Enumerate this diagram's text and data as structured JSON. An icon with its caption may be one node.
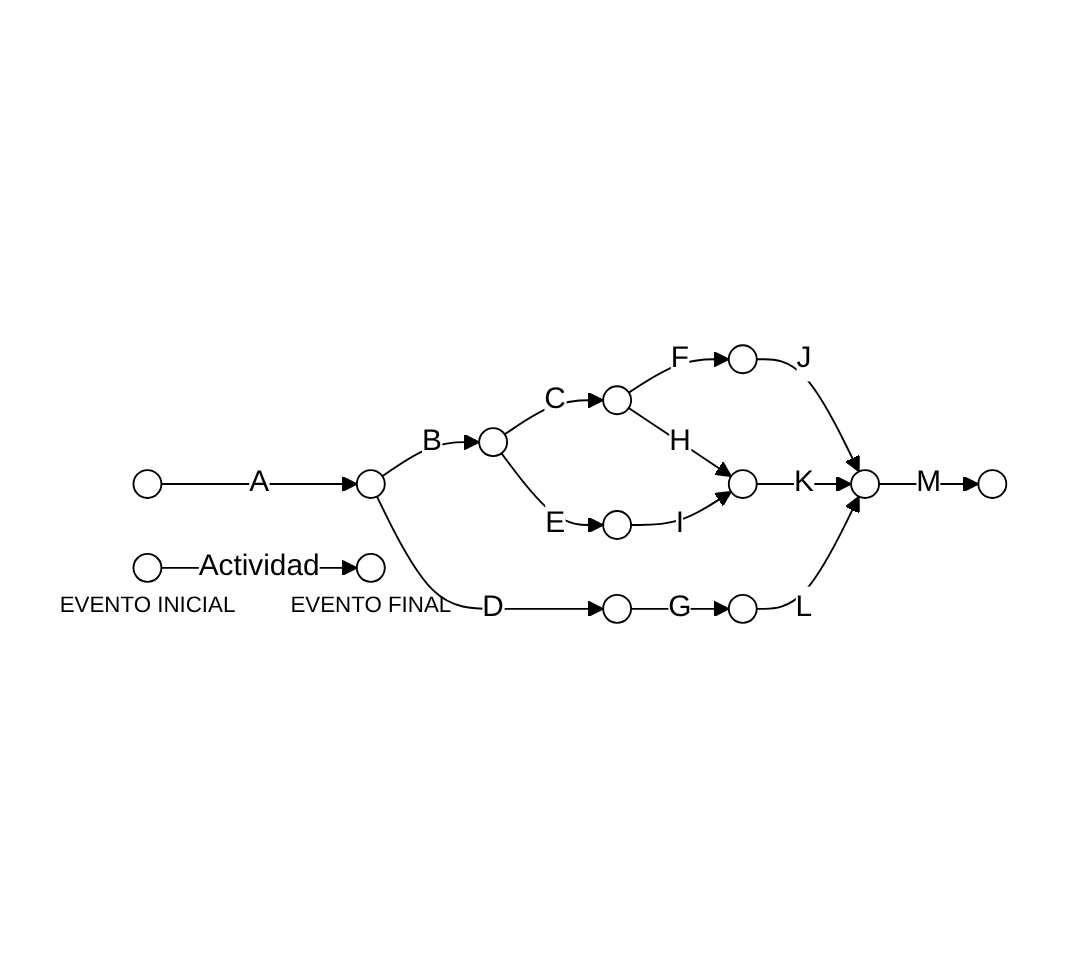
{
  "diagram": {
    "nodes": [
      {
        "text": [],
        "shape": "circle"
      },
      {
        "text": [],
        "shape": "circle"
      },
      {
        "text": [],
        "shape": "circle"
      },
      {
        "text": [],
        "shape": "circle"
      },
      {
        "text": [],
        "shape": "circle"
      },
      {
        "text": [],
        "shape": "circle"
      },
      {
        "text": [],
        "shape": "circle"
      },
      {
        "text": [],
        "shape": "circle"
      },
      {
        "text": [],
        "shape": "circle"
      },
      {
        "text": [],
        "shape": "circle"
      },
      {
        "text": [],
        "shape": "circle"
      },
      {
        "text": [],
        "shape": "circle",
        "beside": [
          "EVENTO INICIAL"
        ]
      },
      {
        "text": [],
        "shape": "circle",
        "beside": [
          "EVENTO FINAL"
        ]
      }
    ],
    "edges": [
      {
        "from": 0,
        "to": 1,
        "arrow": "to",
        "label": "A"
      },
      {
        "from": 1,
        "to": 2,
        "arrow": "to",
        "label": "B"
      },
      {
        "from": 2,
        "to": 3,
        "arrow": "to",
        "label": "C"
      },
      {
        "from": 3,
        "to": 4,
        "arrow": "to",
        "label": "F"
      },
      {
        "from": 3,
        "to": 6,
        "arrow": "to",
        "label": "H"
      },
      {
        "from": 2,
        "to": 5,
        "arrow": "to",
        "label": "E"
      },
      {
        "from": 5,
        "to": 6,
        "arrow": "to",
        "label": "I"
      },
      {
        "from": 4,
        "to": 7,
        "arrow": "to",
        "label": "J"
      },
      {
        "from": 6,
        "to": 7,
        "arrow": "to",
        "label": "K"
      },
      {
        "from": 7,
        "to": 8,
        "arrow": "to",
        "label": "M"
      },
      {
        "from": 1,
        "to": 9,
        "arrow": "to",
        "label": "D"
      },
      {
        "from": 9,
        "to": 10,
        "arrow": "to",
        "label": "G"
      },
      {
        "from": 10,
        "to": 7,
        "arrow": "to",
        "label": "L"
      },
      {
        "from": 11,
        "to": 12,
        "arrow": "to",
        "label": "Actividad"
      }
    ]
  }
}
